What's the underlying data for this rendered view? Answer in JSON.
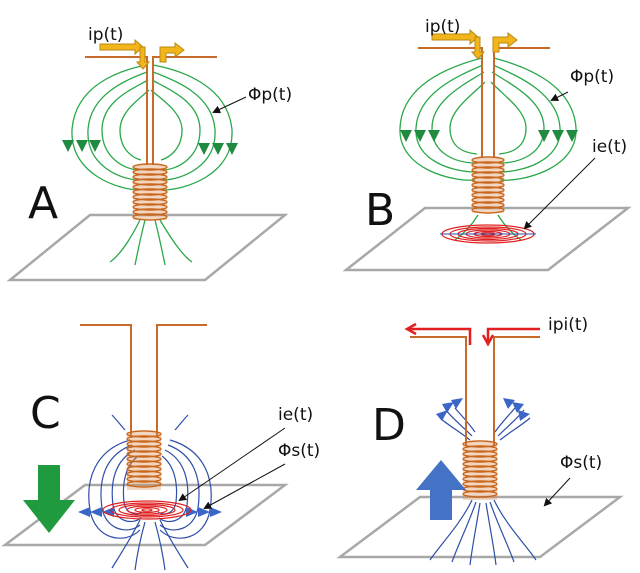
{
  "colors": {
    "coil": "#c8661c",
    "wire": "#c86a2a",
    "primary_flux": "#2aa84a",
    "secondary_flux": "#2e4ea8",
    "eddy": "#e02020",
    "plate": "#a8a8a8",
    "arrow_yellow": "#f2b51c",
    "arrow_green": "#1f9a3e",
    "arrow_blue": "#4472c4",
    "label": "#111111"
  },
  "panels": [
    {
      "id": "A",
      "letter": "A",
      "labels": {
        "current": "ip(t)",
        "flux": "Φp(t)"
      }
    },
    {
      "id": "B",
      "letter": "B",
      "labels": {
        "current": "ip(t)",
        "flux": "Φp(t)",
        "eddy": "ie(t)"
      }
    },
    {
      "id": "C",
      "letter": "C",
      "labels": {
        "eddy": "ie(t)",
        "flux": "Φs(t)"
      }
    },
    {
      "id": "D",
      "letter": "D",
      "labels": {
        "current": "ipi(t)",
        "flux": "Φs(t)"
      }
    }
  ]
}
